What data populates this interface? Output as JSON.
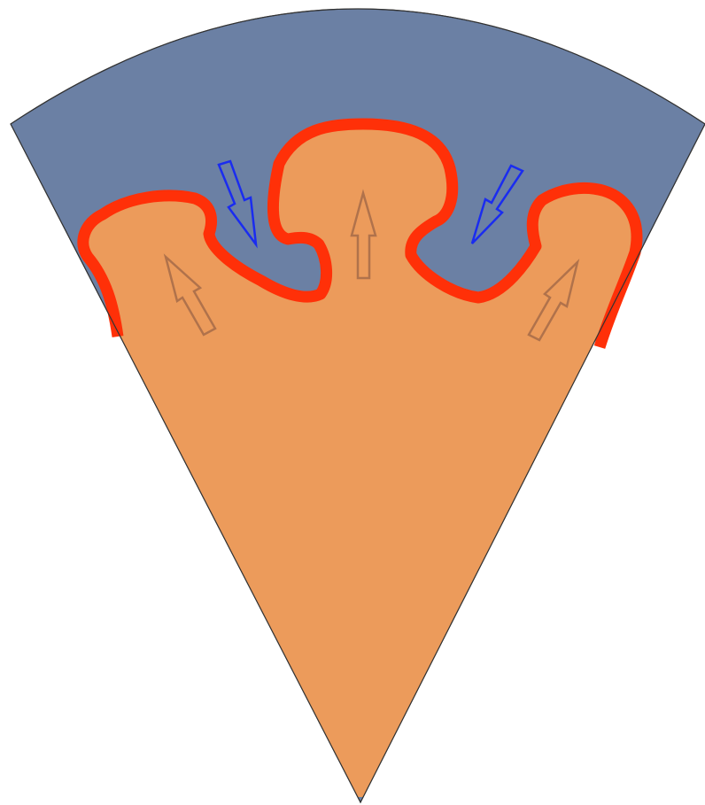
{
  "diagram": {
    "kind": "sector-cross-section",
    "colors": {
      "background": "#ffffff",
      "outer_layer_fill": "#6b80a4",
      "inner_region_fill": "#ec9b5b",
      "interface_stroke": "#ff3008",
      "upward_arrow_stroke": "#b0724b",
      "downward_arrow_stroke": "#1a2cf0",
      "outline_stroke": "#333333"
    },
    "arrows": {
      "upward": [
        "rising-plume-arrow-left",
        "rising-plume-arrow-center",
        "rising-plume-arrow-right"
      ],
      "downward": [
        "sinking-arrow-left",
        "sinking-arrow-right"
      ]
    }
  }
}
